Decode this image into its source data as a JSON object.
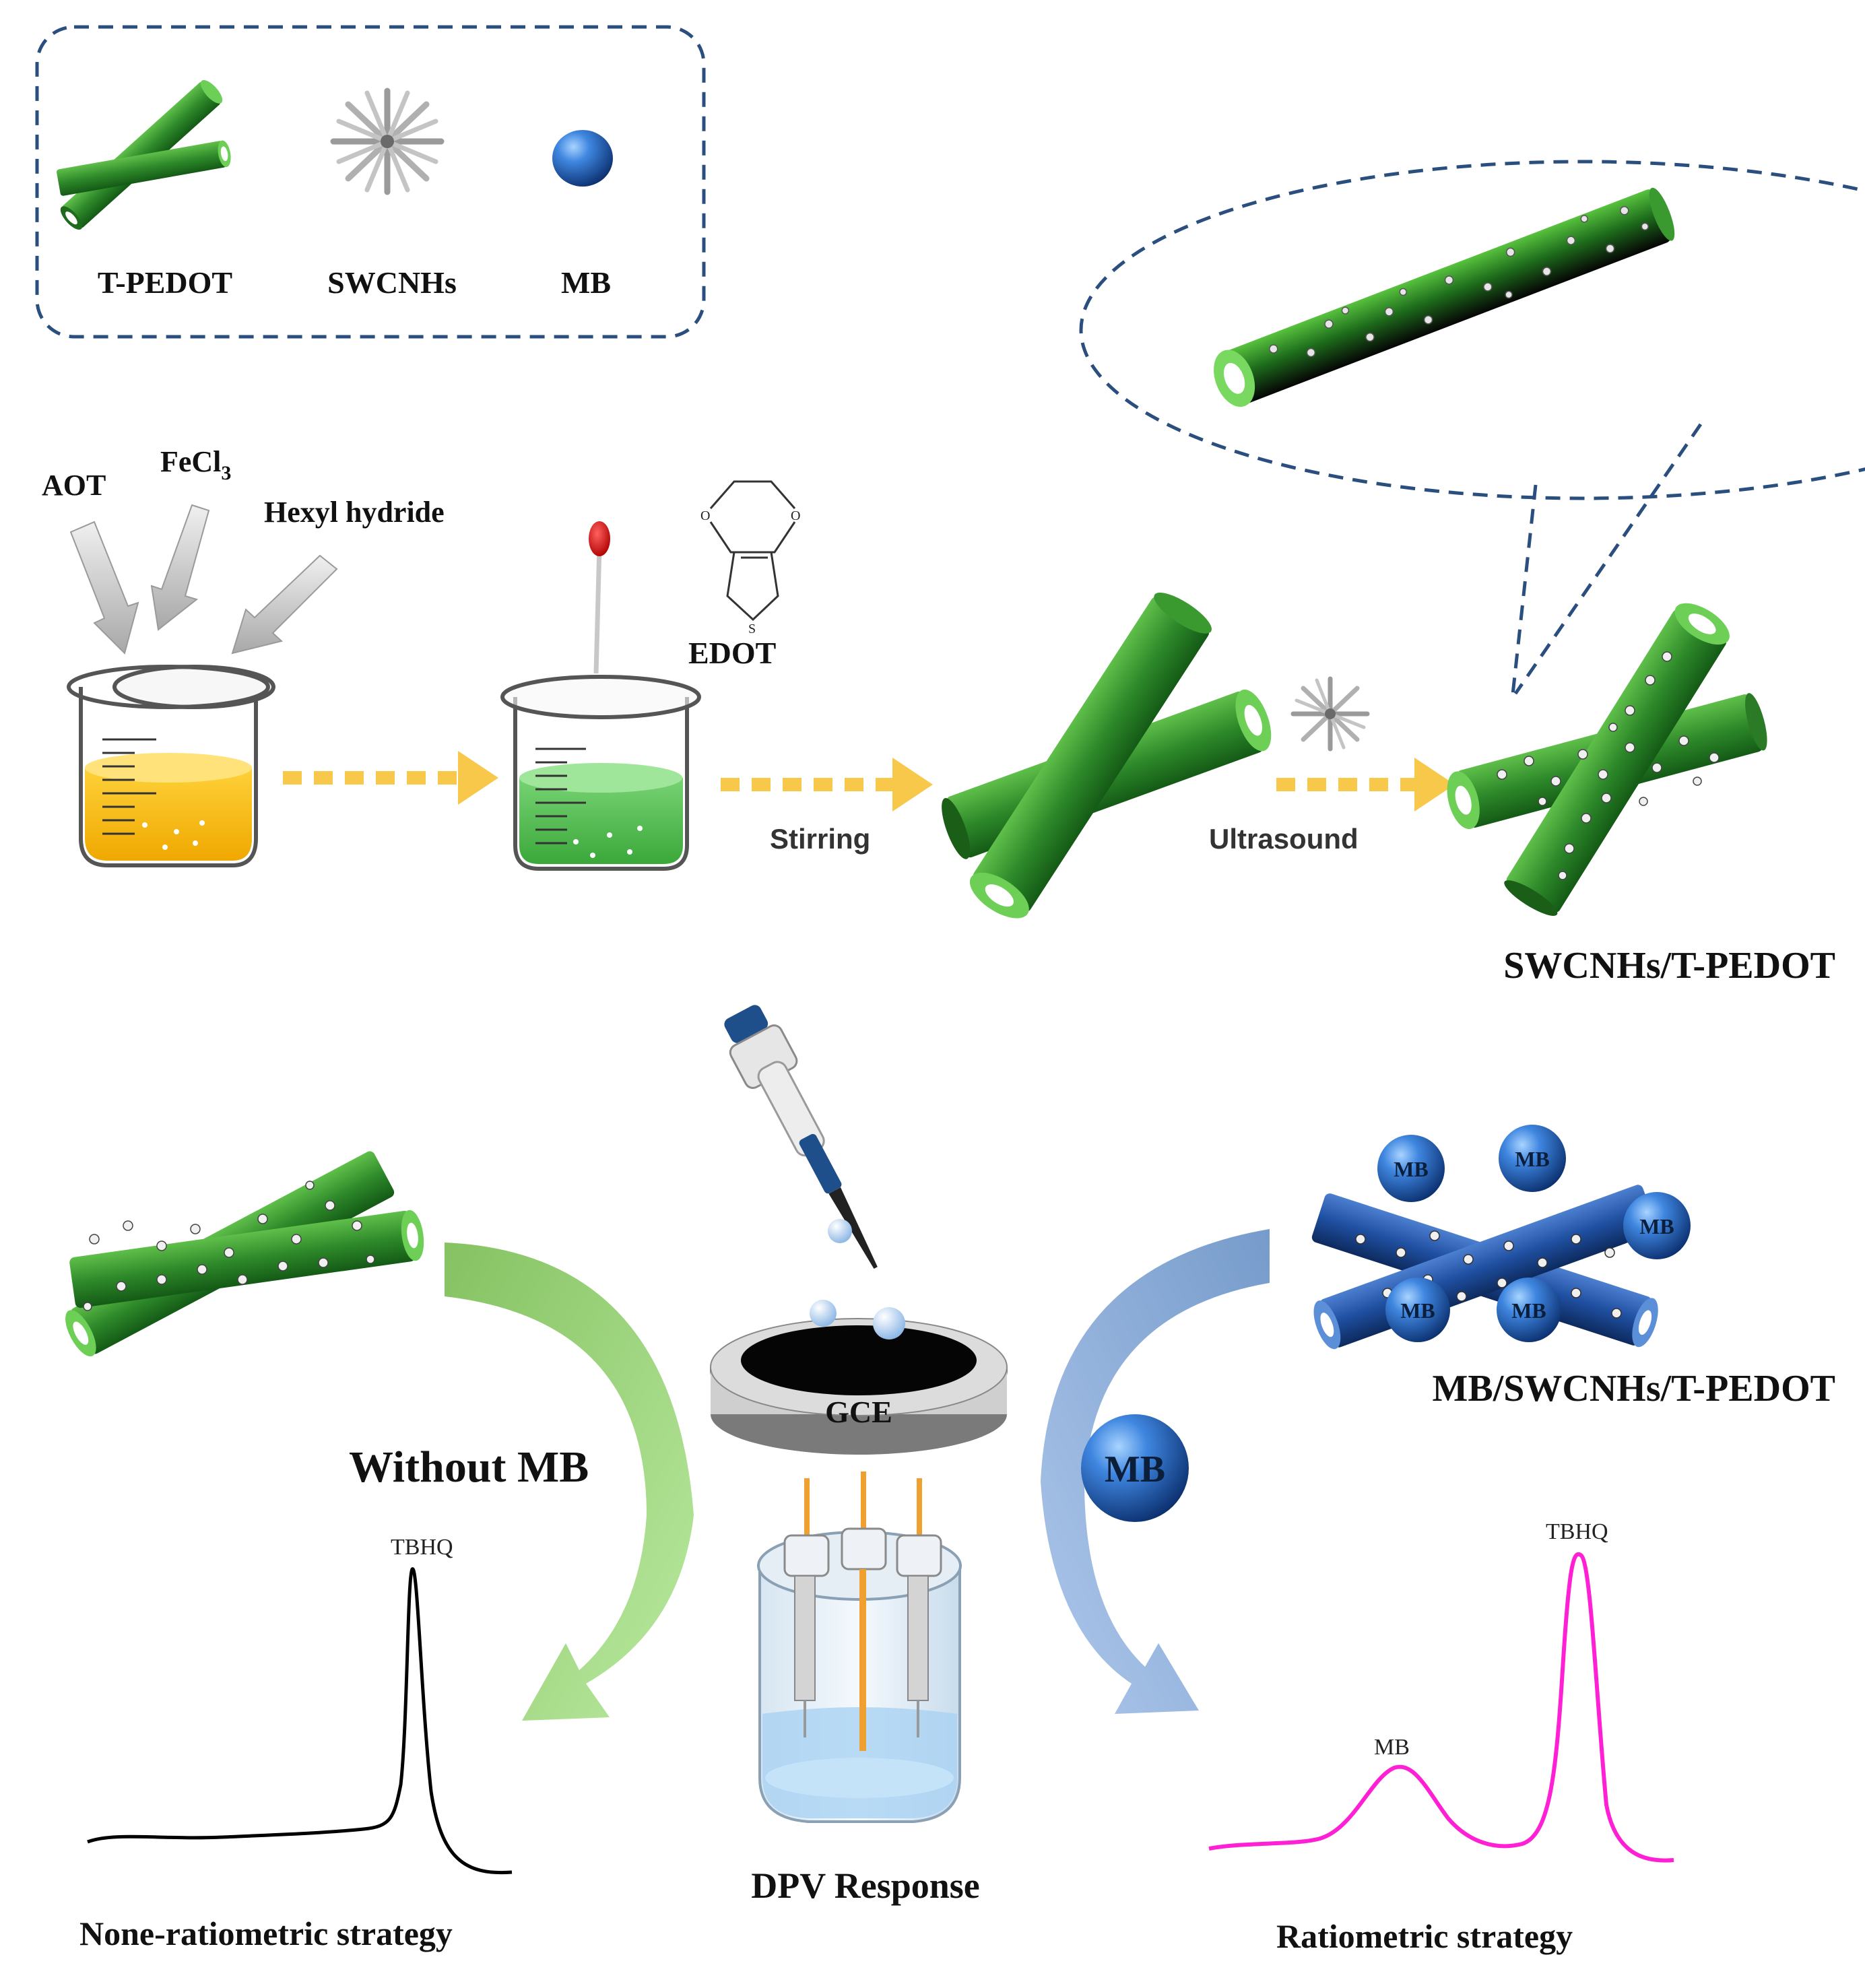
{
  "legend": {
    "items": [
      {
        "label": "T-PEDOT",
        "icon": "t-pedot-tube-icon"
      },
      {
        "label": "SWCNHs",
        "icon": "swcnh-star-icon"
      },
      {
        "label": "MB",
        "icon": "mb-sphere-icon"
      }
    ]
  },
  "synthesis": {
    "reagent_1": "AOT",
    "reagent_2_base": "FeCl",
    "reagent_2_sub": "3",
    "reagent_3": "Hexyl hydride",
    "monomer": "EDOT",
    "monomer_atom_o1": "O",
    "monomer_atom_o2": "O",
    "monomer_atom_s": "S",
    "step_1": "Stirring",
    "step_2": "Ultrasound",
    "product": "SWCNHs/T-PEDOT"
  },
  "sensing": {
    "electrode": "GCE",
    "mb_ball": "MB",
    "left_condition": "Without MB",
    "left_composite_label": "",
    "right_composite": "MB/SWCNHs/T-PEDOT",
    "right_balls": [
      "MB",
      "MB",
      "MB",
      "MB",
      "MB"
    ],
    "left_peak": "TBHQ",
    "right_peak_1": "MB",
    "right_peak_2": "TBHQ",
    "center_caption": "DPV Response",
    "left_caption": "None-ratiometric strategy",
    "right_caption": "Ratiometric strategy"
  },
  "colors": {
    "tube_green": "#2e8a2a",
    "tube_blue": "#1f4fa0",
    "solution_yellow": "#f5b800",
    "solution_green": "#4cbc4c",
    "arrow_yellow": "#f8c84a",
    "dashed_border": "#2a4f7f",
    "curve_black": "#000000",
    "curve_magenta": "#ff1fd4"
  }
}
